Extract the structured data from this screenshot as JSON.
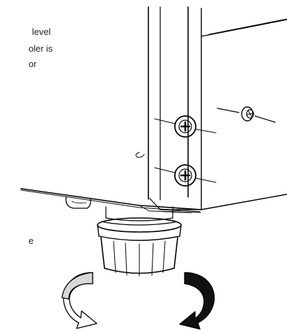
{
  "text_fragments": [
    "level",
    "oler is",
    "or",
    "e"
  ],
  "icons": {
    "screw": "cross-screw-icon",
    "arrow_left": "rotate-counterclockwise-arrow-icon",
    "arrow_right": "rotate-clockwise-arrow-icon"
  },
  "colors": {
    "line": "#000000",
    "arrow_light": "#d8d8d8",
    "arrow_dark": "#111111",
    "background": "#ffffff"
  }
}
